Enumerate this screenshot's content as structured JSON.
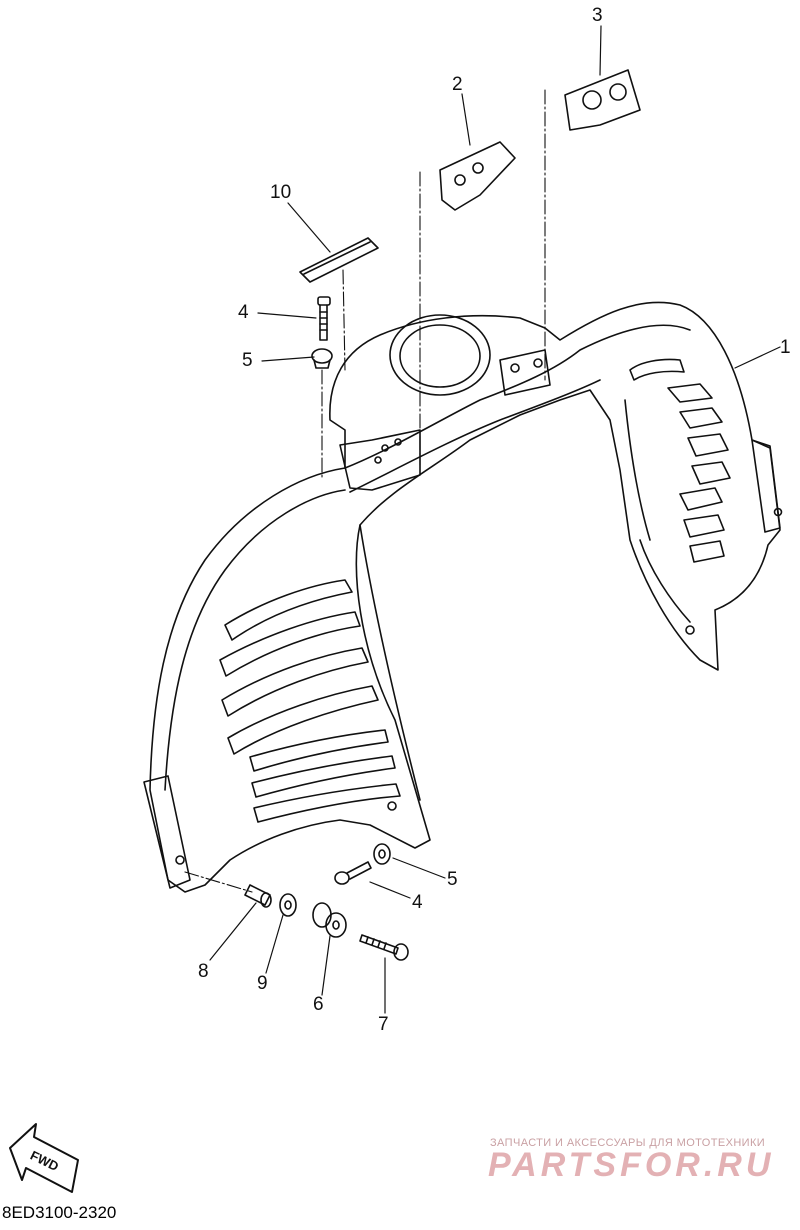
{
  "diagram": {
    "callouts": {
      "part1": "1",
      "part2": "2",
      "part3": "3",
      "part4_upper": "4",
      "part4_lower": "4",
      "part5_upper": "5",
      "part5_lower": "5",
      "part6": "6",
      "part7": "7",
      "part8": "8",
      "part9": "9",
      "part10": "10"
    },
    "fwd_label": "FWD",
    "reference_code": "8ED3100-2320"
  },
  "watermark": {
    "tagline": "ЗАПЧАСТИ И АКСЕССУАРЫ ДЛЯ МОТОТЕХНИКИ",
    "brand": "PARTSFOR.RU"
  },
  "colors": {
    "line": "#111111",
    "watermark": "#e3b1b4"
  }
}
